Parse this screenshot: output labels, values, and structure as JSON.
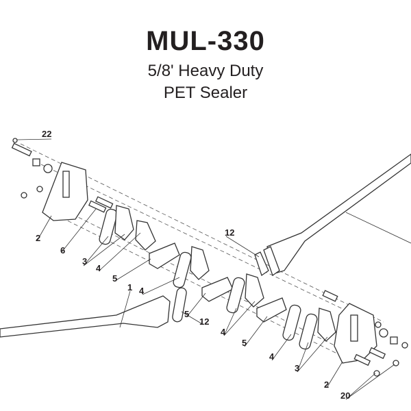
{
  "header": {
    "model": "MUL-330",
    "subtitle_line1": "5/8' Heavy Duty",
    "subtitle_line2": "PET Sealer"
  },
  "callouts": [
    "22",
    "2",
    "6",
    "3",
    "4",
    "5",
    "1",
    "4",
    "5",
    "12",
    "12",
    "4",
    "5",
    "4",
    "3",
    "2",
    "20"
  ]
}
